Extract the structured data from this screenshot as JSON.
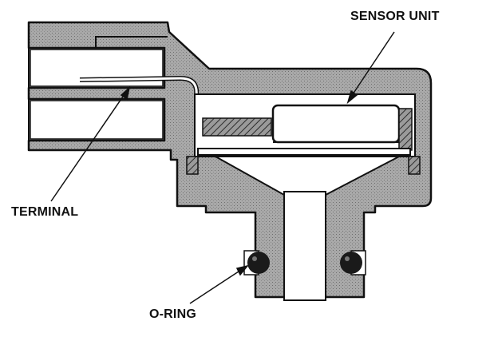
{
  "labels": {
    "sensor_unit": "SENSOR UNIT",
    "terminal": "TERMINAL",
    "o_ring": "O-RING"
  },
  "colors": {
    "ink": "#111111",
    "housing_fill": "#a9a9a9",
    "hatch": "#3a3a3a",
    "background": "#ffffff"
  }
}
